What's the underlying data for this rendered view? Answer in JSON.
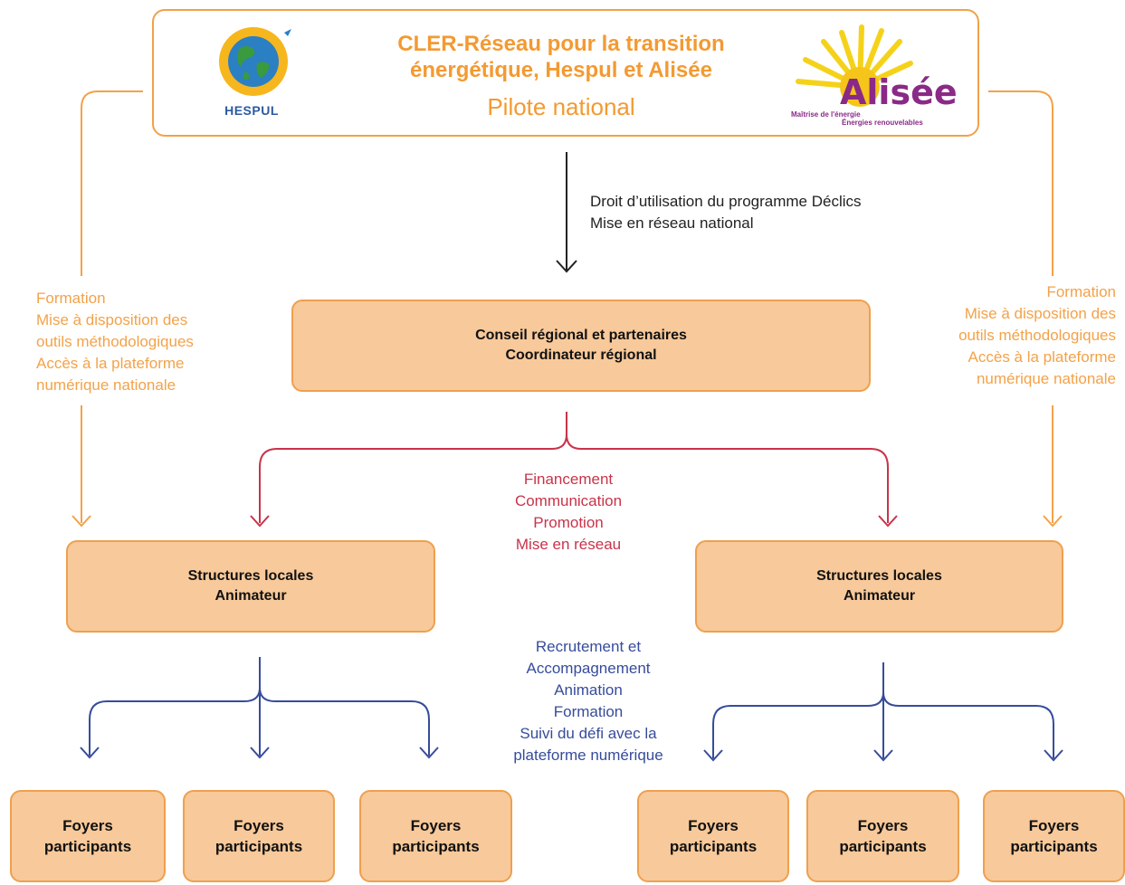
{
  "header": {
    "title_line1": "CLER-Réseau pour la transition",
    "title_line2": "énergétique, Hespul et Alisée",
    "subtitle": "Pilote national",
    "logo_left": "HESPUL",
    "logo_right_word": "Alisée",
    "logo_right_tag1": "Maîtrise de l'énergie",
    "logo_right_tag2": "Énergies renouvelables"
  },
  "national_link": {
    "line1": "Droit d’utilisation du programme Déclics",
    "line2": "Mise en réseau national"
  },
  "side_links": {
    "lines": [
      "Formation",
      "Mise à disposition des",
      "outils méthodologiques",
      "Accès à la plateforme",
      "numérique nationale"
    ]
  },
  "regional": {
    "line1": "Conseil régional et partenaires",
    "line2": "Coordinateur régional"
  },
  "regional_links": {
    "lines": [
      "Financement",
      "Communication",
      "Promotion",
      "Mise en réseau"
    ]
  },
  "local": {
    "line1": "Structures locales",
    "line2": "Animateur"
  },
  "local_links": {
    "lines": [
      "Recrutement et",
      "Accompagnement",
      "Animation",
      "Formation",
      "Suivi du défi avec la",
      "plateforme numérique"
    ]
  },
  "foyer": {
    "line1": "Foyers",
    "line2": "participants"
  },
  "colors": {
    "orange": "#f3a249",
    "box_fill": "#f8c99a",
    "red": "#c9334a",
    "blue": "#364c9b",
    "black": "#222222"
  }
}
